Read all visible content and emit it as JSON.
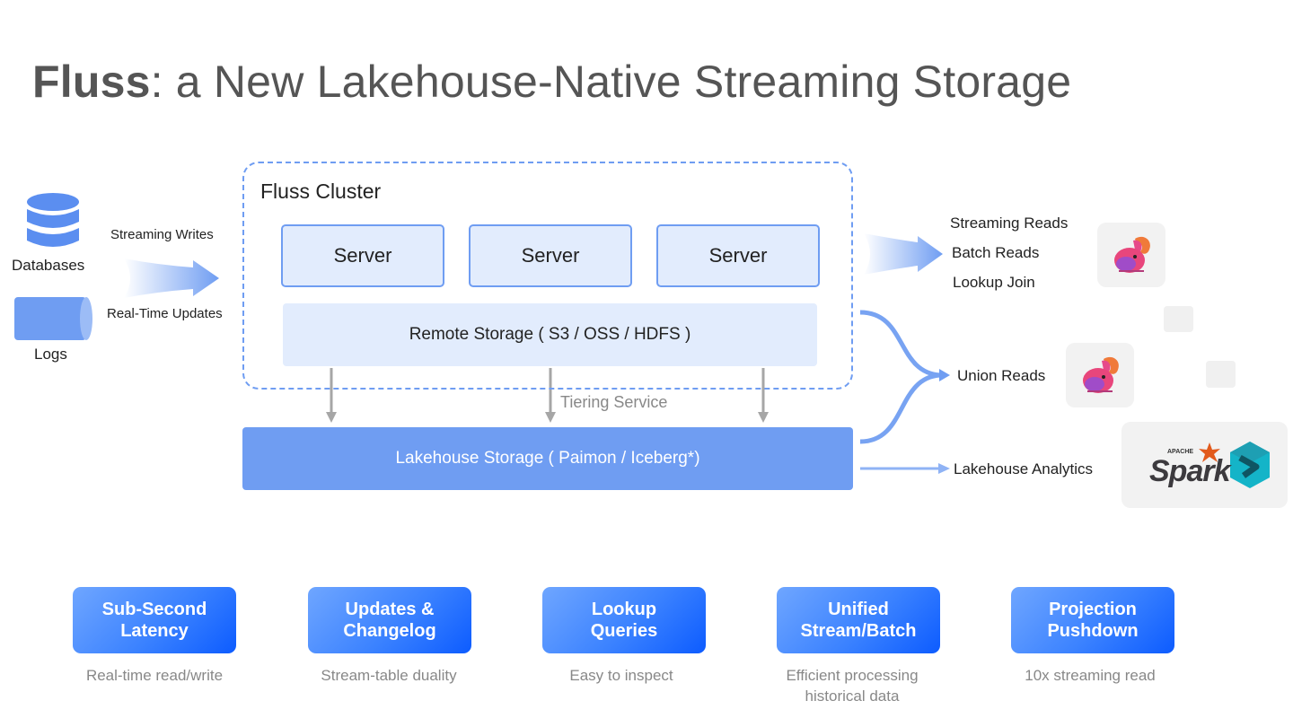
{
  "title": {
    "bold": "Fluss",
    "rest": ": a New Lakehouse-Native Streaming Storage"
  },
  "sources": {
    "databases": "Databases",
    "logs": "Logs",
    "streaming_writes": "Streaming Writes",
    "realtime_updates": "Real-Time Updates"
  },
  "cluster": {
    "label": "Fluss Cluster",
    "servers": [
      "Server",
      "Server",
      "Server"
    ],
    "remote_storage": "Remote Storage ( S3 / OSS / HDFS )"
  },
  "tiering_service": "Tiering Service",
  "lakehouse_storage": "Lakehouse Storage  ( Paimon / Iceberg*)",
  "reads": {
    "streaming": "Streaming Reads",
    "batch": "Batch Reads",
    "lookup": "Lookup Join",
    "union": "Union Reads",
    "analytics": "Lakehouse Analytics"
  },
  "logos": {
    "spark_small": "APACHE",
    "spark": "Spark"
  },
  "features": [
    {
      "title": "Sub-Second Latency",
      "desc": "Real-time read/write"
    },
    {
      "title": "Updates & Changelog",
      "desc": "Stream-table duality"
    },
    {
      "title": "Lookup Queries",
      "desc": "Easy to inspect"
    },
    {
      "title": "Unified Stream/Batch",
      "desc": "Efficient processing historical data"
    },
    {
      "title": "Projection Pushdown",
      "desc": "10x streaming read"
    }
  ],
  "colors": {
    "accent": "#6f9df2",
    "light": "#e2ecfd",
    "title": "#555555",
    "muted": "#888888"
  }
}
